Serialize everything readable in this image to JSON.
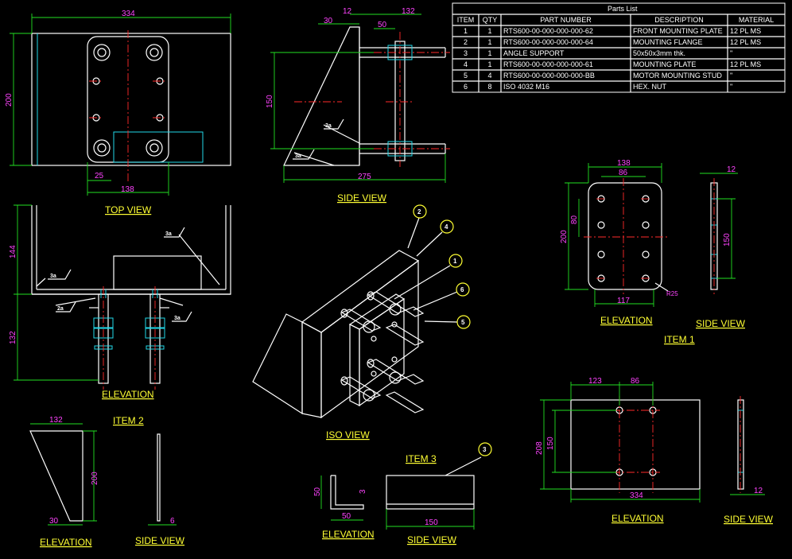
{
  "views": {
    "top_view": "TOP VIEW",
    "side_view_main": "SIDE VIEW",
    "elevation_main": "ELEVATION",
    "iso_view": "ISO VIEW",
    "item1_elevation": "ELEVATION",
    "item1_side_view": "SIDE VIEW",
    "item1_title": "ITEM 1",
    "item2_title": "ITEM 2",
    "item2_elevation": "ELEVATION",
    "item2_side_view": "SIDE VIEW",
    "item3_title": "ITEM 3",
    "item3_elevation": "ELEVATION",
    "item3_side_view": "SIDE VIEW",
    "plate_elevation": "ELEVATION",
    "plate_side_view": "SIDE VIEW"
  },
  "dimensions": {
    "top_width": "334",
    "top_height": "200",
    "top_inner": "138",
    "top_offset": "25",
    "side_30": "30",
    "side_12": "12",
    "side_132": "132",
    "side_50": "50",
    "side_150": "150",
    "side_275": "275",
    "elev_144": "144",
    "elev_132": "132",
    "item1_138": "138",
    "item1_86": "86",
    "item1_200": "200",
    "item1_80": "80",
    "item1_117": "117",
    "item1_r": "R25",
    "item1_12": "12",
    "item1_150": "150",
    "item2_132": "132",
    "item2_200": "200",
    "item2_30": "30",
    "item2_6": "6",
    "item3_50v": "50",
    "item3_50h": "50",
    "item3_3": "3",
    "item3_150": "150",
    "plate_123": "123",
    "plate_86": "86",
    "plate_208": "208",
    "plate_150": "150",
    "plate_334": "334",
    "plate_12": "12"
  },
  "welds": {
    "w1": "3a",
    "w2": "3a",
    "w3": "3a",
    "w4": "3a",
    "w5": "2a",
    "w6": "3a"
  },
  "balloons": {
    "b2": "2",
    "b4": "4",
    "b1": "1",
    "b6": "6",
    "b5": "5",
    "b3": "3"
  },
  "parts_list": {
    "title": "Parts List",
    "headers": [
      "ITEM",
      "QTY",
      "PART NUMBER",
      "DESCRIPTION",
      "MATERIAL"
    ],
    "rows": [
      [
        "1",
        "1",
        "RTS600-00-000-000-000-62",
        "FRONT MOUNTING PLATE",
        "12 PL MS"
      ],
      [
        "2",
        "1",
        "RTS600-00-000-000-000-64",
        "MOUNTING FLANGE",
        "12 PL MS"
      ],
      [
        "3",
        "1",
        "ANGLE SUPPORT",
        "50x50x3mm thk.",
        "\""
      ],
      [
        "4",
        "1",
        "RTS600-00-000-000-000-61",
        "MOUNTING PLATE",
        "12 PL MS"
      ],
      [
        "5",
        "4",
        "RTS600-00-000-000-000-BB",
        "MOTOR MOUNTING STUD",
        "\""
      ],
      [
        "6",
        "8",
        "ISO 4032 M16",
        "HEX. NUT",
        "\""
      ]
    ]
  },
  "colors": {
    "background": "#000000",
    "geometry": "#ffffff",
    "dimension": "#22e022",
    "dimension_text": "#ff44ff",
    "hidden": "#22d8e8",
    "centerline": "#ff2a2a",
    "label": "#ffff33"
  }
}
